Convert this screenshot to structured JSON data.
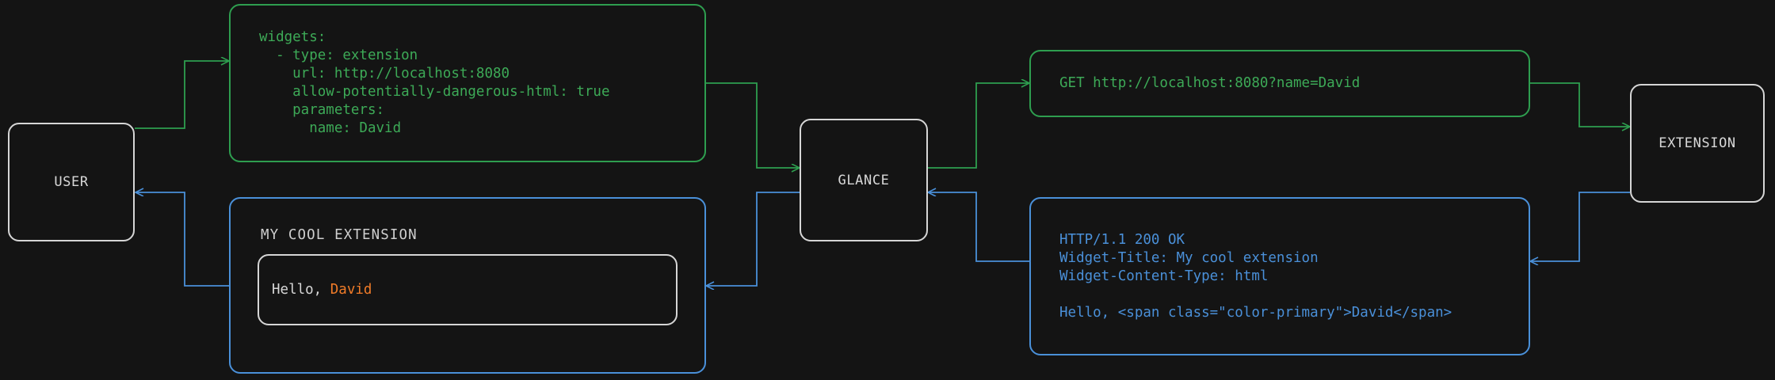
{
  "theme": {
    "background": "#141414",
    "node_border": "#d6d6d6",
    "node_text": "#d8d8d8",
    "request_color": "#3daa57",
    "response_color": "#4a90d9",
    "accent_color": "#f07b28"
  },
  "nodes": {
    "user": {
      "label": "USER"
    },
    "glance": {
      "label": "GLANCE"
    },
    "extension": {
      "label": "EXTENSION"
    }
  },
  "config_box": {
    "kind": "yaml-config",
    "color": "#3daa57",
    "text": "widgets:\n  - type: extension\n    url: http://localhost:8080\n    allow-potentially-dangerous-html: true\n    parameters:\n      name: David"
  },
  "request_box": {
    "kind": "http-request",
    "color": "#3daa57",
    "text": "GET http://localhost:8080?name=David"
  },
  "response_box": {
    "kind": "http-response",
    "color": "#4a90d9",
    "text": "HTTP/1.1 200 OK\nWidget-Title: My cool extension\nWidget-Content-Type: html\n\nHello, <span class=\"color-primary\">David</span>"
  },
  "widget_preview": {
    "kind": "rendered-widget",
    "color": "#4a90d9",
    "title": "MY COOL EXTENSION",
    "body_prefix": "Hello, ",
    "body_accent": "David"
  },
  "edges": [
    {
      "name": "user-to-config",
      "color": "#3daa57",
      "direction": "right"
    },
    {
      "name": "config-to-glance",
      "color": "#3daa57",
      "direction": "right"
    },
    {
      "name": "glance-to-request",
      "color": "#3daa57",
      "direction": "right"
    },
    {
      "name": "request-to-extension",
      "color": "#3daa57",
      "direction": "right"
    },
    {
      "name": "extension-to-response",
      "color": "#4a90d9",
      "direction": "left"
    },
    {
      "name": "response-to-glance",
      "color": "#4a90d9",
      "direction": "left"
    },
    {
      "name": "glance-to-widget",
      "color": "#4a90d9",
      "direction": "left"
    },
    {
      "name": "widget-to-user",
      "color": "#4a90d9",
      "direction": "left"
    }
  ]
}
